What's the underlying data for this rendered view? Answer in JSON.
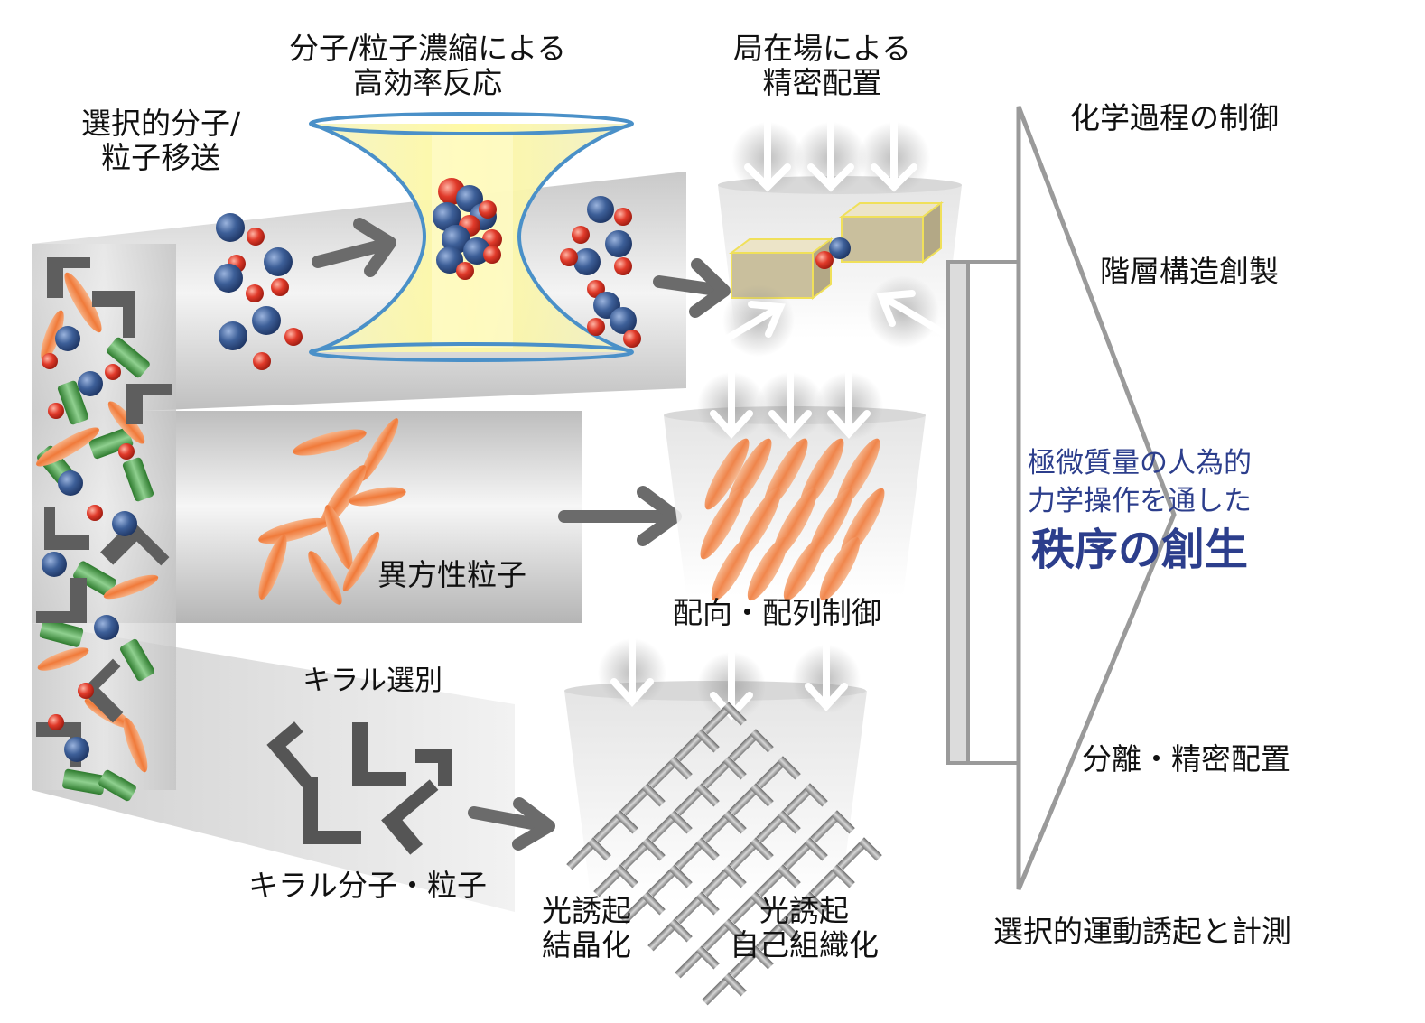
{
  "labels": {
    "selective_transport": [
      "選択的分子/",
      "粒子移送"
    ],
    "concentration": [
      "分子/粒子濃縮による",
      "高効率反応"
    ],
    "localized_field": [
      "局在場による",
      "精密配置"
    ],
    "anisotropic": "異方性粒子",
    "orientation": "配向・配列制御",
    "chiral_selection": "キラル選別",
    "chiral_molecule": "キラル分子・粒子",
    "photo_crystal": [
      "光誘起",
      "結晶化"
    ],
    "photo_selfassembly": [
      "光誘起",
      "自己組織化"
    ]
  },
  "right_items": [
    "化学過程の制御",
    "階層構造創製",
    "分離・精密配置",
    "選択的運動誘起と計測"
  ],
  "center_message": [
    "極微質量の人為的",
    "力学操作を通した",
    "秩序の創生"
  ],
  "colors": {
    "molecule_blue": "#3d5f98",
    "molecule_red": "#e03a2a",
    "particle_orange": "#f07a3a",
    "green_rod": "#3f9a3f",
    "order_text": "#2c3e8c",
    "trap_outline": "#4a90c8"
  }
}
